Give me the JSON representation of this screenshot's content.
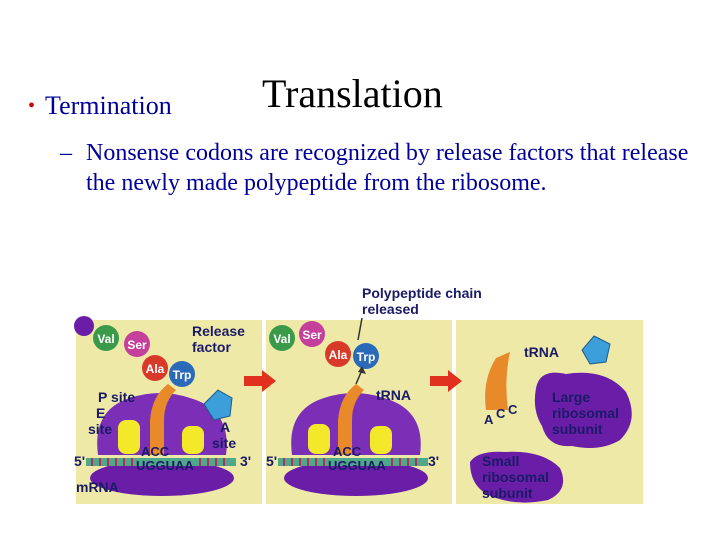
{
  "slide": {
    "title": "Translation",
    "bullet": "Termination",
    "sub_bullet_dash": "–",
    "sub_bullet": "Nonsense codons are recognized by release factors that release the newly made polypeptide from the ribosome."
  },
  "diagram": {
    "labels": {
      "polypeptide_released": [
        "Polypeptide chain",
        "released"
      ],
      "release_factor": [
        "Release",
        "factor"
      ],
      "p_site": "P site",
      "e_site": [
        "E",
        "site"
      ],
      "a_site": [
        "A",
        "site"
      ],
      "mrna": "mRNA",
      "trna_mid": "tRNA",
      "trna_right": "tRNA",
      "large_subunit": [
        "Large",
        "ribosomal",
        "subunit"
      ],
      "small_subunit": [
        "Small",
        "ribosomal",
        "subunit"
      ]
    },
    "amino_acids_panel1": [
      "Val",
      "Ser",
      "Ala",
      "Trp"
    ],
    "amino_acids_panel2": [
      "Val",
      "Ser",
      "Ala",
      "Trp"
    ],
    "anticodon": "ACC",
    "codons": "UGGUAA",
    "five_prime": "5'",
    "three_prime": "3'",
    "anticodon_right": [
      "A",
      "C",
      "C"
    ],
    "colors": {
      "panel_bg": "#efe9a8",
      "ribosome_large": "#7a2fb6",
      "ribosome_small": "#6a1ea8",
      "trna": "#e8892a",
      "release_factor": "#3d9fd9",
      "label_color": "#1a1a66",
      "arrow_red": "#e0301e",
      "val": "#3a9a4a",
      "ser": "#c4409a",
      "ala": "#d83a2a",
      "trp": "#2a6ab8"
    }
  }
}
